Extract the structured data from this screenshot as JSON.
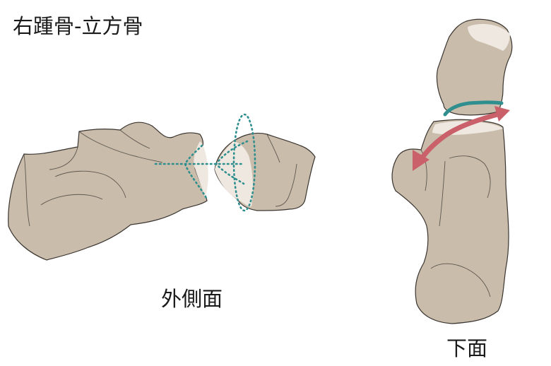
{
  "title": "右踵骨-立方骨",
  "views": {
    "lateral": {
      "label": "外側面"
    },
    "inferior": {
      "label": "下面"
    }
  },
  "colors": {
    "bone_fill": "#c9bcab",
    "bone_outline": "#3a3530",
    "cartilage": "#efe8e0",
    "axis_teal": "#2f8f8f",
    "arrow_red": "#c9606a",
    "background": "#ffffff"
  }
}
